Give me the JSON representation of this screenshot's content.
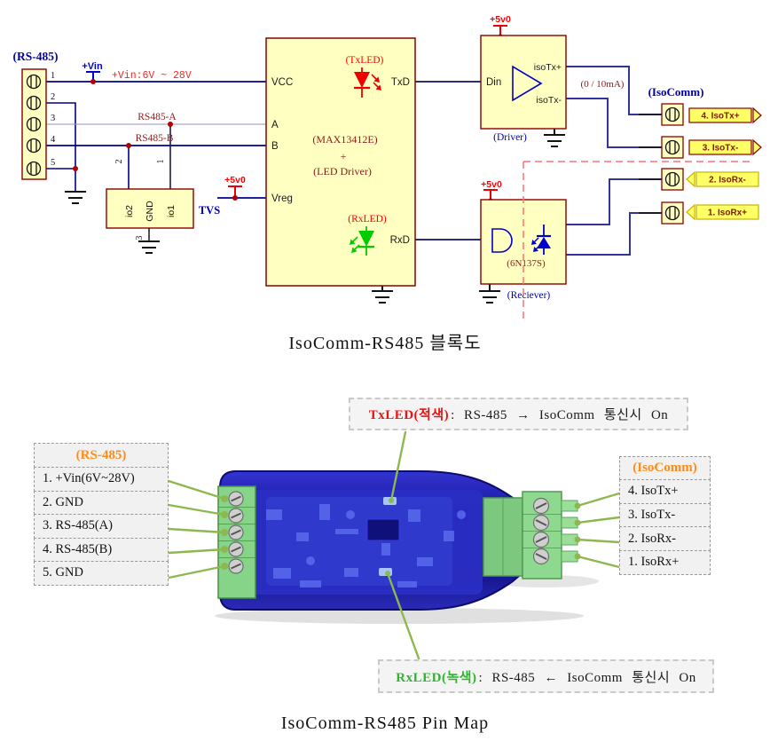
{
  "block_diagram": {
    "title": "IsoComm-RS485 블록도",
    "rs485_connector": {
      "label": "(RS-485)",
      "pins": [
        "1",
        "2",
        "3",
        "4",
        "5"
      ]
    },
    "power": {
      "vin_label": "+Vin",
      "vin_range": "+Vin:6V ~ 28V",
      "v5_label": "+5v0"
    },
    "nets": {
      "rs485_a": "RS485-A",
      "rs485_b": "RS485-B"
    },
    "tvs": {
      "label": "TVS",
      "pin_io2": "io2",
      "pin_gnd": "GND",
      "pin_io1": "io1",
      "num_2": "2",
      "num_1": "1",
      "num_3": "3"
    },
    "main_ic": {
      "pin_vcc": "VCC",
      "pin_a": "A",
      "pin_b": "B",
      "pin_vreg": "Vreg",
      "pin_txd": "TxD",
      "pin_rxd": "RxD",
      "txled_label": "(TxLED)",
      "rxled_label": "(RxLED)",
      "name_line1": "(MAX13412E)",
      "name_line2": "+",
      "name_line3": "(LED Driver)"
    },
    "driver": {
      "pin_din": "Din",
      "pin_isotx_p": "isoTx+",
      "pin_isotx_n": "isoTx-",
      "label": "(Driver)",
      "current_note": "(0 / 10mA)"
    },
    "receiver": {
      "ic": "(6N137S)",
      "label": "(Reciever)"
    },
    "isocomm": {
      "label": "(IsoComm)",
      "flags": [
        "4. IsoTx+",
        "3. IsoTx-",
        "2. IsoRx-",
        "1. IsoRx+"
      ]
    }
  },
  "pin_map": {
    "title": "IsoComm-RS485 Pin Map",
    "tx_callout": {
      "led": "TxLED(적색)",
      "rest": ": RS-485 → IsoComm 통신시 On"
    },
    "rx_callout": {
      "led": "RxLED(녹색)",
      "rest": ": RS-485 ← IsoComm 통신시 On"
    },
    "rs485_table": {
      "header": "(RS-485)",
      "rows": [
        "1. +Vin(6V~28V)",
        "2. GND",
        "3. RS-485(A)",
        "4. RS-485(B)",
        "5. GND"
      ]
    },
    "isocomm_table": {
      "header": "(IsoComm)",
      "rows": [
        "4. IsoTx+",
        "3. IsoTx-",
        "2. IsoRx-",
        "1. IsoRx+"
      ]
    }
  },
  "colors": {
    "box_fill": "#FFFFC2",
    "box_border": "#8B0000",
    "wire": "#00008B",
    "red_label": "#FF0000",
    "blue_label": "#0000AA",
    "maroon_label": "#8B1A1A",
    "orange_header": "#FF8C1A",
    "callout_green": "#8CB84F",
    "flag_fill": "#FFFF66"
  }
}
